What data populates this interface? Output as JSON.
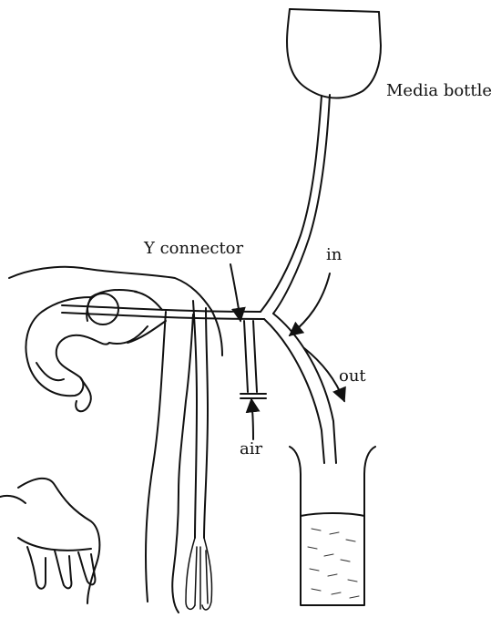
{
  "labels": {
    "media_bottle": "Media bottle",
    "y_connector": "Y connector",
    "in": "in",
    "out": "out",
    "air": "air"
  }
}
